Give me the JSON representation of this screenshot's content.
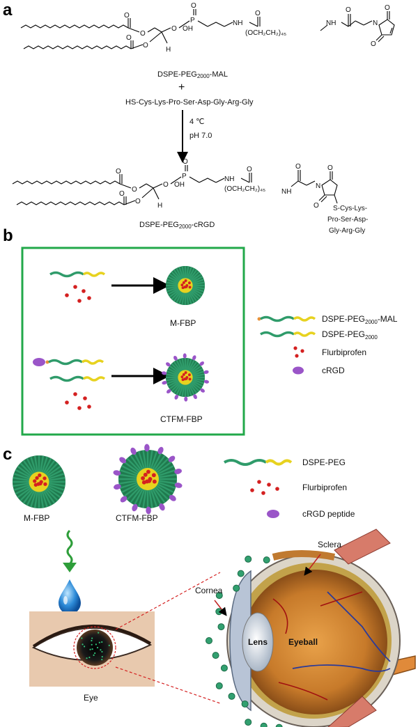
{
  "panel_a": {
    "letter": "a",
    "reactant_1": {
      "name_prefix": "DSPE-PEG",
      "name_sub": "2000",
      "name_suffix": "-MAL",
      "plus": "+"
    },
    "reactant_2": "HS-Cys-Lys-Pro-Ser-Asp-Gly-Arg-Gly",
    "condition_temp": "4 ℃",
    "condition_ph": "pH 7.0",
    "product_name_prefix": "DSPE-PEG",
    "product_name_sub": "2000",
    "product_name_suffix": "-cRGD",
    "product_peptide_lines": [
      "S-Cys-Lys-",
      "Pro-Ser-Asp-",
      "Gly-Arg-Gly"
    ],
    "struct_labels": {
      "o": "O",
      "p": "P",
      "oh": "OH",
      "nh": "NH",
      "n": "N",
      "h": "H",
      "peg_unit": "(OCH₂CH₂)₄₅"
    }
  },
  "panel_b": {
    "letter": "b",
    "product_1": "M-FBP",
    "product_2": "CTFM-FBP",
    "legend": [
      {
        "prefix": "DSPE-PEG",
        "sub": "2000",
        "suffix": "-MAL"
      },
      {
        "prefix": "DSPE-PEG",
        "sub": "2000",
        "suffix": ""
      },
      {
        "prefix": "Flurbiprofen",
        "sub": "",
        "suffix": ""
      },
      {
        "prefix": "cRGD",
        "sub": "",
        "suffix": ""
      }
    ],
    "frame_color": "#22a84a"
  },
  "panel_c": {
    "letter": "c",
    "micelle_1": "M-FBP",
    "micelle_2": "CTFM-FBP",
    "legend": [
      "DSPE-PEG",
      "Flurbiprofen",
      "cRGD peptide"
    ],
    "eye_label": "Eye",
    "anatomy": {
      "sclera": "Sclera",
      "cornea": "Cornea",
      "lens": "Lens",
      "eyeball": "Eyeball"
    }
  },
  "colors": {
    "peg_green": "#2f9b6a",
    "lipid_yellow": "#e7d21f",
    "drug_red": "#d42020",
    "crgd_purple": "#9a55c8",
    "mal_orange": "#e8923a",
    "arrow_green": "#2e9e3a"
  }
}
